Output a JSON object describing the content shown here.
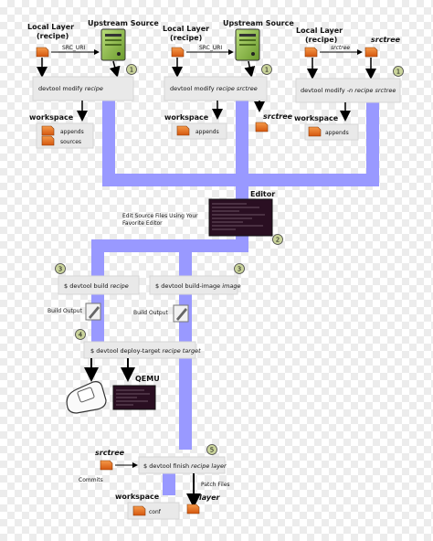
{
  "left_panel": {
    "local_layer_title": "Local Layer",
    "local_layer_sub": "(recipe)",
    "upstream_title": "Upstream Source",
    "src_uri": "SRC_URI",
    "cmd_prefix": "devtool modify",
    "cmd_arg": "recipe",
    "workspace": "workspace",
    "append1": "appends",
    "append2": "sources",
    "step": "1"
  },
  "mid_panel": {
    "local_layer_title": "Local Layer",
    "local_layer_sub": "(recipe)",
    "upstream_title": "Upstream Source",
    "src_uri": "SRC_URI",
    "cmd_prefix": "devtool modify",
    "cmd_arg": "recipe srctree",
    "workspace": "workspace",
    "append1": "appends",
    "srctree": "srctree",
    "step": "1"
  },
  "right_panel": {
    "local_layer_title": "Local Layer",
    "local_layer_sub": "(recipe)",
    "srctree_title": "srctree",
    "srctree_arrow": "srctree",
    "cmd_prefix": "devtool modify",
    "cmd_arg": "-n recipe srctree",
    "workspace": "workspace",
    "append1": "appends",
    "step": "1"
  },
  "editor": {
    "title": "Editor",
    "text_line1": "Edit Source Files Using Your",
    "text_line2": "Favorite Editor",
    "step": "2"
  },
  "build": {
    "cmd_prefix": "$ devtool build",
    "cmd_arg": "recipe",
    "step": "3",
    "output": "Build Output"
  },
  "build_image": {
    "cmd_prefix": "$ devtool build-image",
    "cmd_arg": "image",
    "step": "3",
    "output": "Build Output"
  },
  "deploy": {
    "cmd_prefix": "$ devtool deploy-target",
    "cmd_arg": "recipe target",
    "step": "4",
    "qemu": "QEMU"
  },
  "finish": {
    "srctree": "srctree",
    "commits": "Commits",
    "cmd_prefix": "$ devtool finish",
    "cmd_arg": "recipe layer",
    "step": "5",
    "patch_files": "Patch Files",
    "layer": "layer",
    "workspace": "workspace",
    "conf": "conf"
  },
  "colors": {
    "flow": "#9999ff",
    "box": "#e9e9e9",
    "file": "#e06a1a",
    "step_badge": "#c9d39a",
    "server": "#8ec04c",
    "terminal": "#2a0f22"
  }
}
